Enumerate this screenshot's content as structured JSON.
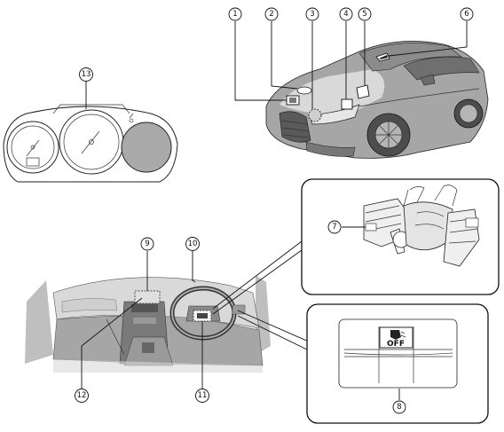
{
  "figure": {
    "callouts": [
      {
        "label": "1"
      },
      {
        "label": "2"
      },
      {
        "label": "3"
      },
      {
        "label": "4"
      },
      {
        "label": "5"
      },
      {
        "label": "6"
      },
      {
        "label": "7"
      },
      {
        "label": "8"
      },
      {
        "label": "9"
      },
      {
        "label": "10"
      },
      {
        "label": "11"
      },
      {
        "label": "12"
      },
      {
        "label": "13"
      }
    ],
    "switch_panel": {
      "switch_text": "OFF"
    },
    "colors": {
      "ink": "#111111",
      "body_grey": "#9a9a9a",
      "highlight_grey": "#bdbdbd",
      "background": "#ffffff"
    },
    "icons": [
      "sensor-box-icon",
      "switch-off-icon"
    ]
  }
}
